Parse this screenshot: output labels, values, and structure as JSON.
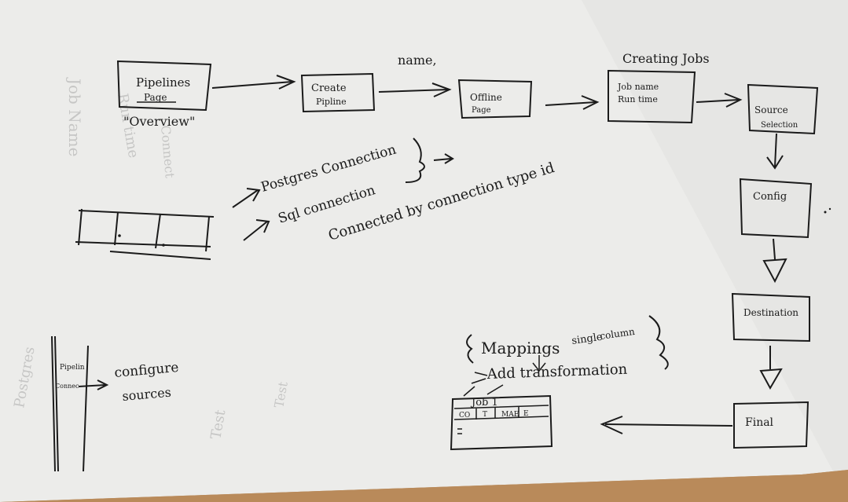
{
  "sketch": {
    "top_flow": {
      "pipelines_box": {
        "line1": "Pipelines",
        "line2": "Page"
      },
      "overview_caption": "\"Overview\"",
      "create_box": {
        "line1": "Create",
        "line2": "Pipline"
      },
      "name_caption": "name,",
      "offline_box": {
        "line1": "Offline",
        "line2": "Page"
      },
      "creating_jobs_caption": "Creating Jobs",
      "job_box": {
        "line1": "Job name",
        "line2": "Run time"
      },
      "source_box": {
        "line1": "Source",
        "line2": "Selection"
      }
    },
    "right_flow": {
      "config_box": "Config",
      "destination_box": "Destination",
      "final_box": "Final"
    },
    "connections": {
      "postgres": "Postgres Connection",
      "sql": "Sql connection",
      "connected_by": "Connected by connection type id"
    },
    "configure": {
      "box_top": "Pipelin",
      "box_mid": "Connec",
      "label_line1": "configure",
      "label_line2": "sources"
    },
    "mappings": {
      "line1": "Mappings",
      "single": "single",
      "column": "column",
      "line2": "Add transformation"
    },
    "job_card": {
      "title": "Job 1",
      "cells": [
        "CO",
        "T",
        "MAE",
        "E"
      ]
    }
  }
}
